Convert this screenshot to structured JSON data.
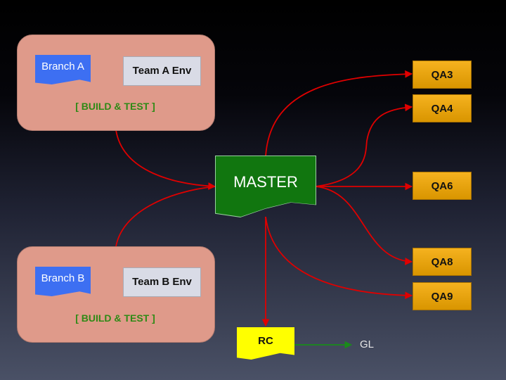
{
  "groups": [
    {
      "branch": "Branch A",
      "env": "Team A Env",
      "label": "[ BUILD & TEST ]"
    },
    {
      "branch": "Branch B",
      "env": "Team B Env",
      "label": "[ BUILD & TEST ]"
    }
  ],
  "master": "MASTER",
  "qa": [
    "QA3",
    "QA4",
    "QA6",
    "QA8",
    "QA9"
  ],
  "rc": "RC",
  "gl": "GL",
  "colors": {
    "group_fill": "#df9a8a",
    "branch_fill": "#3d6ff2",
    "env_fill": "#d9dbe6",
    "build_test_text": "#2f8a16",
    "master_fill": "#11760f",
    "qa_fill": "#f2aa14",
    "rc_fill": "#ffff00",
    "arrow_red": "#e00000",
    "arrow_green": "#1a8a1a"
  }
}
